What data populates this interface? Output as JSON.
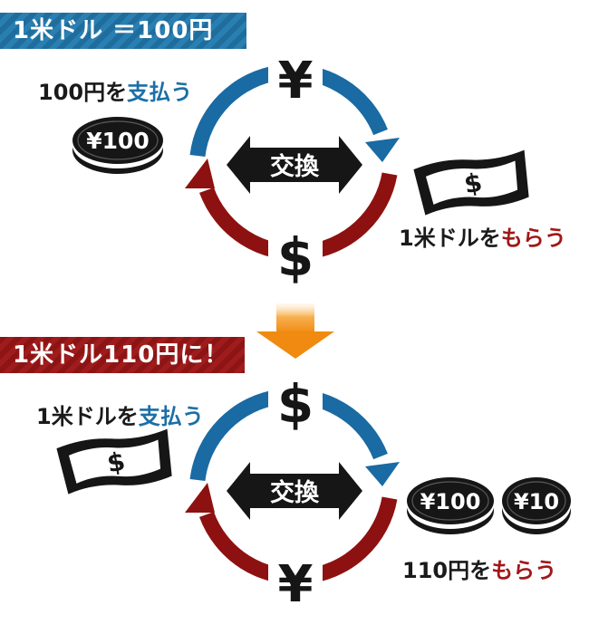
{
  "colors": {
    "blue": "#1a6aa3",
    "red": "#8e1111",
    "dark": "#161616",
    "orange": "#f39a20"
  },
  "top": {
    "banner": "1米ドル ＝100円",
    "caption_left_pre": "100円を",
    "caption_left_em": "支払う",
    "caption_right_pre": "1米ドルを",
    "caption_right_em": "もらう",
    "exchange_label": "交換",
    "symbol_top": "¥",
    "symbol_bottom": "$",
    "coin_label": "¥100",
    "bill_label": "$"
  },
  "bottom": {
    "banner": "1米ドル110円に！",
    "caption_left_pre": "1米ドルを",
    "caption_left_em": "支払う",
    "caption_right_pre": "110円を",
    "caption_right_em": "もらう",
    "exchange_label": "交換",
    "symbol_top": "$",
    "symbol_bottom": "¥",
    "bill_label": "$",
    "coin_big_label": "¥100",
    "coin_small_label": "¥10"
  }
}
